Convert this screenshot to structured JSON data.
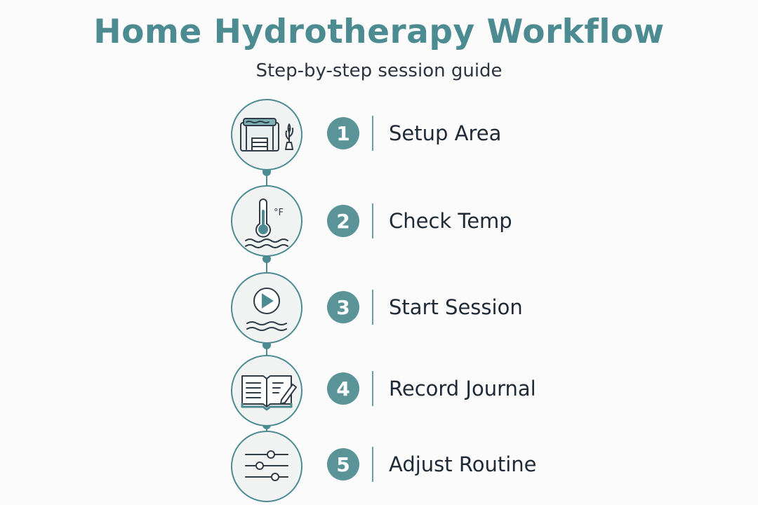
{
  "header": {
    "title": "Home Hydrotherapy Workflow",
    "subtitle": "Step-by-step session guide"
  },
  "colors": {
    "accent": "#4b8b91",
    "badge": "#5a9398",
    "text": "#1f2a37",
    "background": "#fbfbfb"
  },
  "steps": [
    {
      "number": "1",
      "label": "Setup Area",
      "icon": "hot-tub-icon"
    },
    {
      "number": "2",
      "label": "Check Temp",
      "icon": "thermometer-icon",
      "icon_text": "°F"
    },
    {
      "number": "3",
      "label": "Start Session",
      "icon": "play-icon"
    },
    {
      "number": "4",
      "label": "Record Journal",
      "icon": "journal-icon"
    },
    {
      "number": "5",
      "label": "Adjust Routine",
      "icon": "sliders-icon"
    }
  ]
}
